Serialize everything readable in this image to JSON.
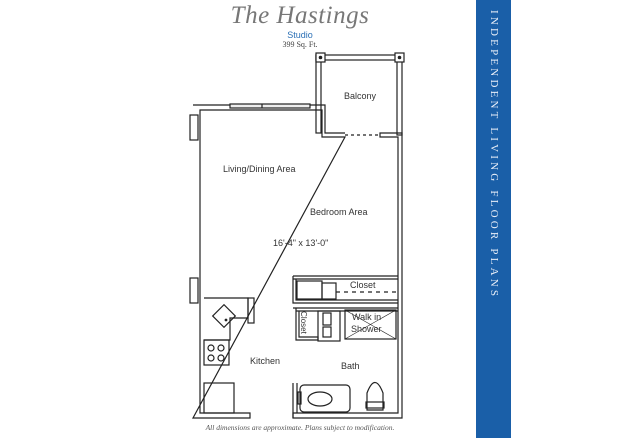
{
  "header": {
    "property_name": "The Hastings",
    "unit_type": "Studio",
    "square_feet": "399 Sq. Ft."
  },
  "rooms": {
    "balcony": "Balcony",
    "living_dining": "Living/Dining Area",
    "bedroom": "Bedroom Area",
    "dimensions": "16'-4\" x 13'-0\"",
    "closet_top": "Closet",
    "closet_side": "Closet",
    "shower_line1": "Walk in",
    "shower_line2": "Shower",
    "kitchen": "Kitchen",
    "bath": "Bath"
  },
  "footer": {
    "disclaimer": "All dimensions are approximate. Plans subject to modification."
  },
  "banner": {
    "text": "INDEPENDENT LIVING FLOOR PLANS",
    "color": "#1a5fa8"
  }
}
